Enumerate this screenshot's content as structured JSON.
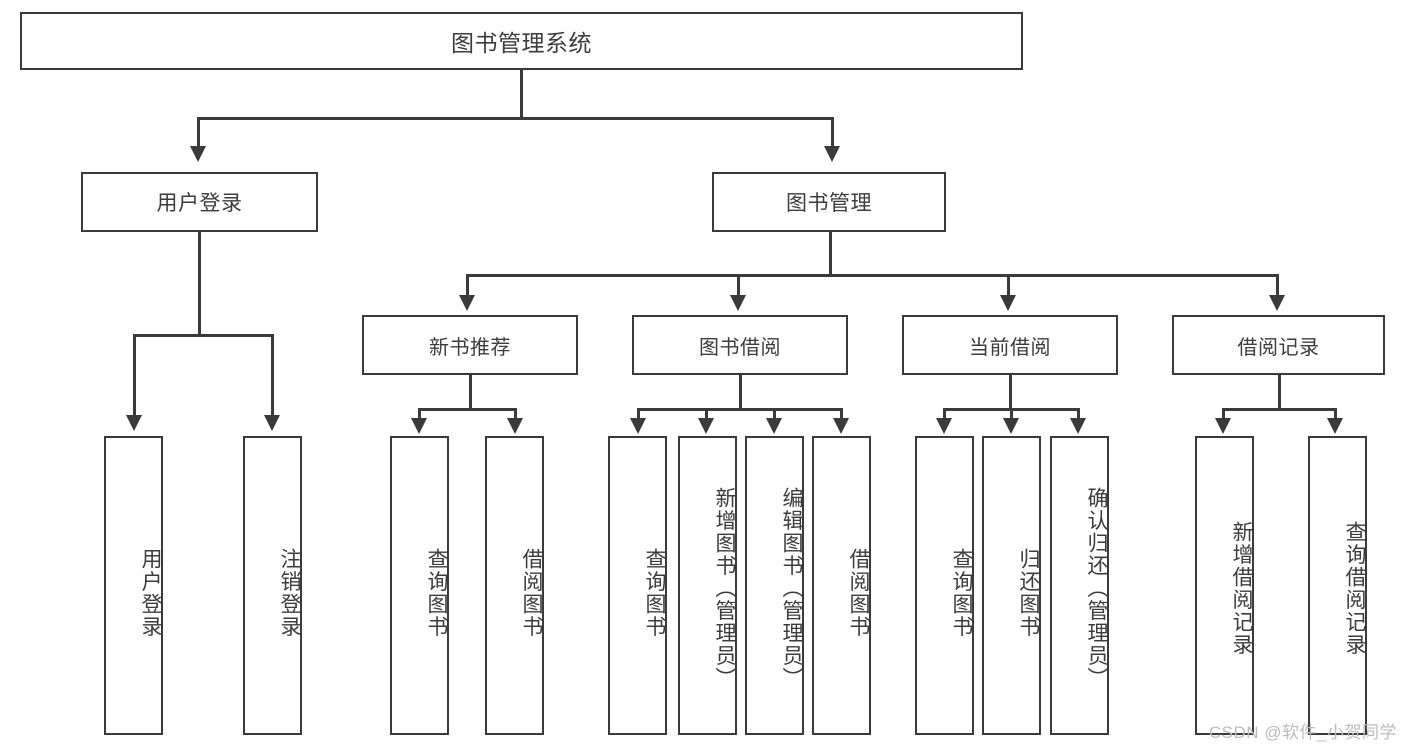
{
  "diagram": {
    "type": "hierarchy-tree",
    "title": "图书管理系统",
    "watermark": "CSDN @软件_小贺同学",
    "root": {
      "label": "图书管理系统"
    },
    "level1": [
      {
        "id": "user-login",
        "label": "用户登录"
      },
      {
        "id": "book-manage",
        "label": "图书管理"
      }
    ],
    "level2": [
      {
        "id": "new-book-recommend",
        "label": "新书推荐",
        "parent": "book-manage"
      },
      {
        "id": "book-borrow",
        "label": "图书借阅",
        "parent": "book-manage"
      },
      {
        "id": "current-borrow",
        "label": "当前借阅",
        "parent": "book-manage"
      },
      {
        "id": "borrow-record",
        "label": "借阅记录",
        "parent": "book-manage"
      }
    ],
    "leaves": [
      {
        "id": "leaf-user-login",
        "label": "用户登录",
        "parent": "user-login"
      },
      {
        "id": "leaf-logout-login",
        "label": "注销登录",
        "parent": "user-login"
      },
      {
        "id": "leaf-query-book-1",
        "label": "查询图书",
        "parent": "new-book-recommend"
      },
      {
        "id": "leaf-borrow-book-1",
        "label": "借阅图书",
        "parent": "new-book-recommend"
      },
      {
        "id": "leaf-query-book-2",
        "label": "查询图书",
        "parent": "book-borrow"
      },
      {
        "id": "leaf-add-book",
        "label": "新增图书（管理员）",
        "parent": "book-borrow"
      },
      {
        "id": "leaf-edit-book",
        "label": "编辑图书（管理员）",
        "parent": "book-borrow"
      },
      {
        "id": "leaf-borrow-book-2",
        "label": "借阅图书",
        "parent": "book-borrow"
      },
      {
        "id": "leaf-query-book-3",
        "label": "查询图书",
        "parent": "current-borrow"
      },
      {
        "id": "leaf-return-book",
        "label": "归还图书",
        "parent": "current-borrow"
      },
      {
        "id": "leaf-confirm-return",
        "label": "确认归还（管理员）",
        "parent": "current-borrow"
      },
      {
        "id": "leaf-add-record",
        "label": "新增借阅记录",
        "parent": "borrow-record"
      },
      {
        "id": "leaf-query-record",
        "label": "查询借阅记录",
        "parent": "borrow-record"
      }
    ],
    "colors": {
      "stroke": "#3a3a3a",
      "text": "#3c3c3c",
      "background": "#ffffff",
      "watermark": "#bcbcbc"
    }
  }
}
